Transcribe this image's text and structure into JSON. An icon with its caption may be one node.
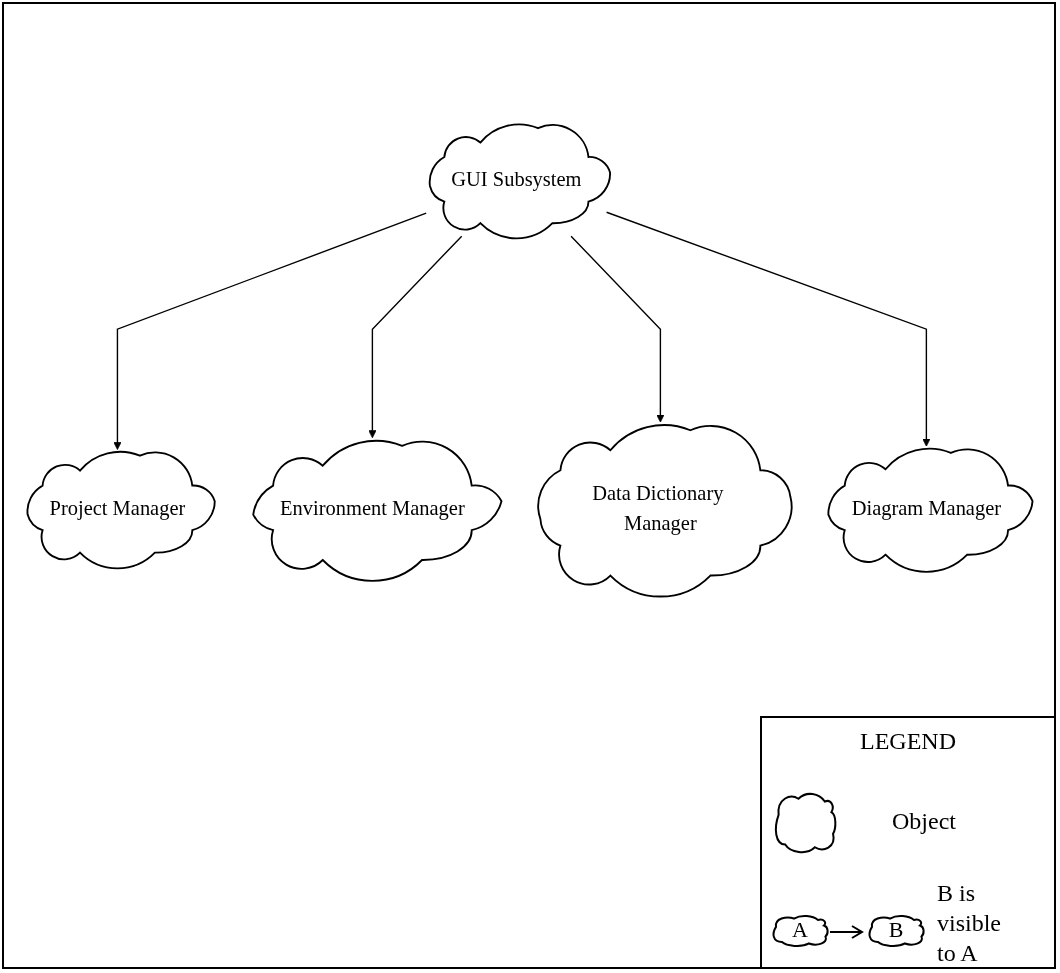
{
  "diagram": {
    "nodes": [
      {
        "text": [
          "GUI Subsystem"
        ]
      },
      {
        "text": [
          "Project Manager"
        ]
      },
      {
        "text": [
          "Diagram Manager"
        ]
      },
      {
        "text": [
          "Environment Manager"
        ]
      },
      {
        "text": [
          "Data Dictionary Manager"
        ]
      }
    ],
    "edges": [
      {
        "from": 0,
        "to": 1,
        "arrow": "to"
      },
      {
        "from": 0,
        "to": 3,
        "arrow": "to"
      },
      {
        "from": 0,
        "to": 4,
        "arrow": "to"
      },
      {
        "from": 0,
        "to": 2,
        "arrow": "to"
      }
    ],
    "labels": [
      "LEGEND",
      "A",
      "B"
    ],
    "legend": [
      {
        "text": "Object"
      },
      {
        "text": "B is visible to A"
      }
    ]
  }
}
